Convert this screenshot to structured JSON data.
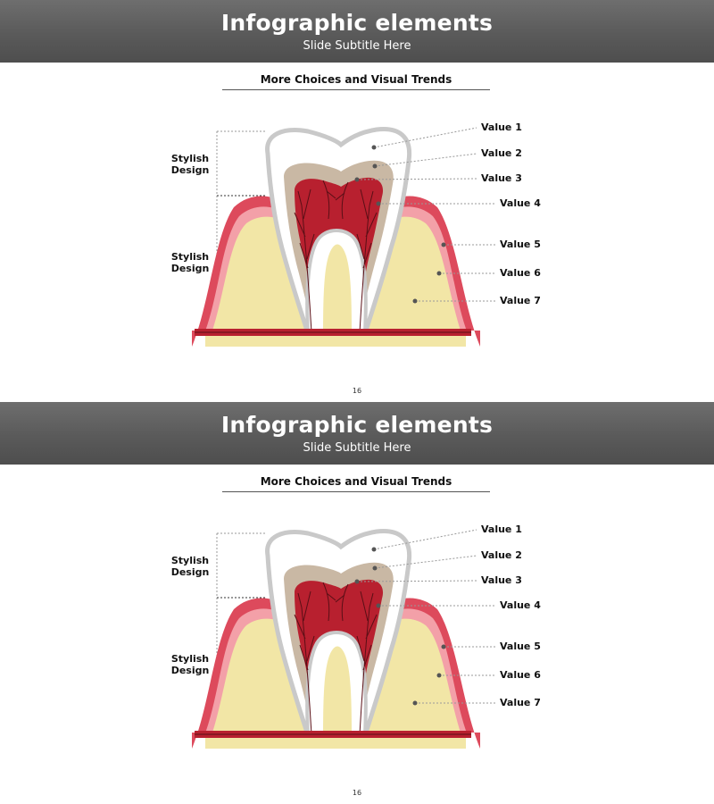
{
  "slides": [
    {
      "title": "Infographic elements",
      "subtitle": "Slide Subtitle Here",
      "section_heading": "More Choices and Visual Trends",
      "side_labels": [
        {
          "line1": "Stylish",
          "line2": "Design"
        },
        {
          "line1": "Stylish",
          "line2": "Design"
        }
      ],
      "values": [
        "Value 1",
        "Value 2",
        "Value 3",
        "Value 4",
        "Value 5",
        "Value 6",
        "Value 7"
      ],
      "page_number": "16"
    },
    {
      "title": "Infographic elements",
      "subtitle": "Slide Subtitle Here",
      "section_heading": "More Choices and Visual Trends",
      "side_labels": [
        {
          "line1": "Stylish",
          "line2": "Design"
        },
        {
          "line1": "Stylish",
          "line2": "Design"
        }
      ],
      "values": [
        "Value 1",
        "Value 2",
        "Value 3",
        "Value 4",
        "Value 5",
        "Value 6",
        "Value 7"
      ],
      "page_number": "16"
    }
  ],
  "colors": {
    "header_gray": "#5f5f5f",
    "gum_red": "#dd4a5c",
    "gum_pink": "#f3a0a8",
    "bone_yellow": "#f2e6a6",
    "enamel": "#c9c9c9",
    "dentin": "#c9b8a4",
    "pulp": "#b8202f",
    "nerve": "#5a0f16",
    "leader_gray": "#999999",
    "dot": "#555555"
  },
  "icons": [
    "tooth-cross-section-icon"
  ]
}
